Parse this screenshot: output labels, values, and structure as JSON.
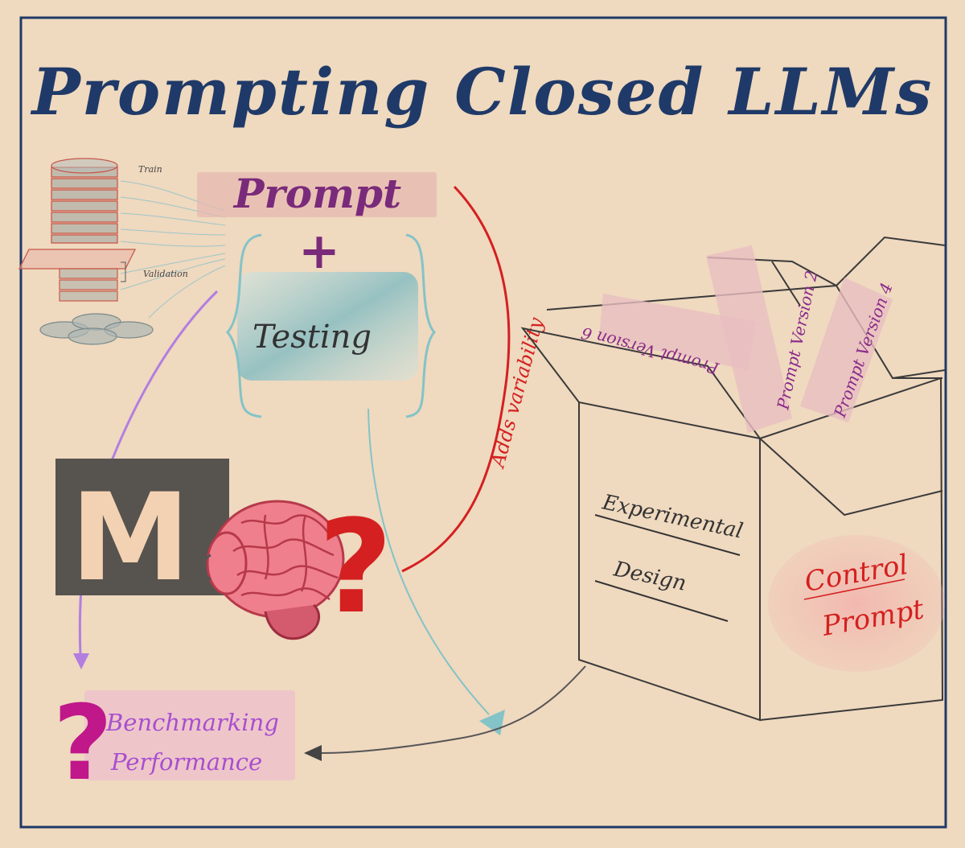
{
  "title": "Prompting Closed LLMs",
  "dataset": {
    "train_label": "Train",
    "validation_label": "Validation"
  },
  "prompt_block": {
    "prompt_label": "Prompt",
    "plus_symbol": "+",
    "testing_label": "Testing"
  },
  "arc_label": "Adds variability",
  "model_icon_letter": "M",
  "question_mark": "?",
  "box": {
    "slips": [
      "Prompt Version 6",
      "Prompt Version 2",
      "Prompt Version 4"
    ],
    "labels": [
      "Experimental",
      "Design"
    ]
  },
  "control_prompt": {
    "line1": "Control",
    "line2": "Prompt"
  },
  "benchmark": {
    "question_mark": "?",
    "line1": "Benchmarking",
    "line2": "Performance"
  },
  "colors": {
    "background": "#efd9bf",
    "frame": "#1f3a68",
    "title": "#1f3a68",
    "prompt": "#7a2a7a",
    "arc": "#d42020",
    "teal_arrow": "#84c3c8",
    "purple_arrow": "#b27ee0",
    "benchmark_text": "#a84fcf",
    "magenta": "#c0178a",
    "box_slip_text": "#8a2a8a",
    "control_text": "#d42020"
  }
}
